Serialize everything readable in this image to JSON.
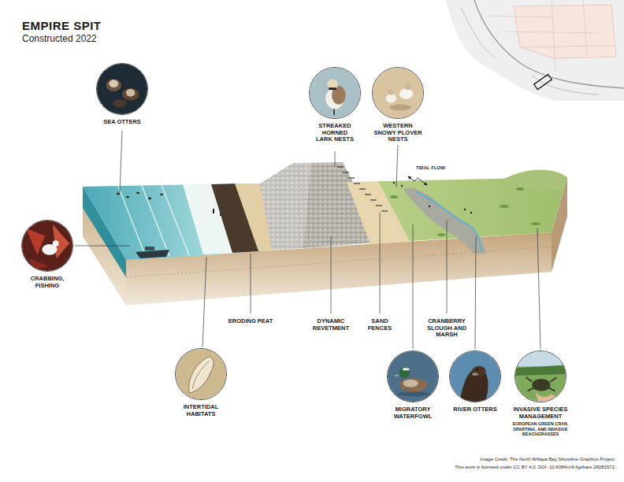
{
  "diagram": {
    "title": "EMPIRE SPIT",
    "nodes": [
      {
        "text": [
          "SEA OTTERS"
        ]
      },
      {
        "text": [
          "STREAKED HORNED LARK NESTS"
        ]
      },
      {
        "text": [
          "WESTERN SNOWY PLOVER NESTS"
        ]
      },
      {
        "text": [
          "CRABBING, FISHING"
        ]
      },
      {
        "text": [
          "INTERTIDAL HABITATS"
        ]
      },
      {
        "text": [
          "MIGRATORY WATERFOWL"
        ]
      },
      {
        "text": [
          "RIVER OTTERS"
        ]
      },
      {
        "text": [
          "INVASIVE SPECIES MANAGEMENT",
          "EUROPEAN GREEN CRAB, SPARTINA, AND INVASIVE BEACHGRASSES"
        ]
      }
    ],
    "labels": [
      "Constructed 2022",
      "TIDAL FLOW",
      "ERODING PEAT",
      "DYNAMIC REVETMENT",
      "SAND FENCES",
      "CRANBERRY SLOUGH AND MARSH",
      "Image Credit: The North Willapa Bay Shoreline Graphics Project",
      "This work is licensed under CC BY 4.0. DOI: 10.6084/m9.figshare.28281572"
    ]
  }
}
